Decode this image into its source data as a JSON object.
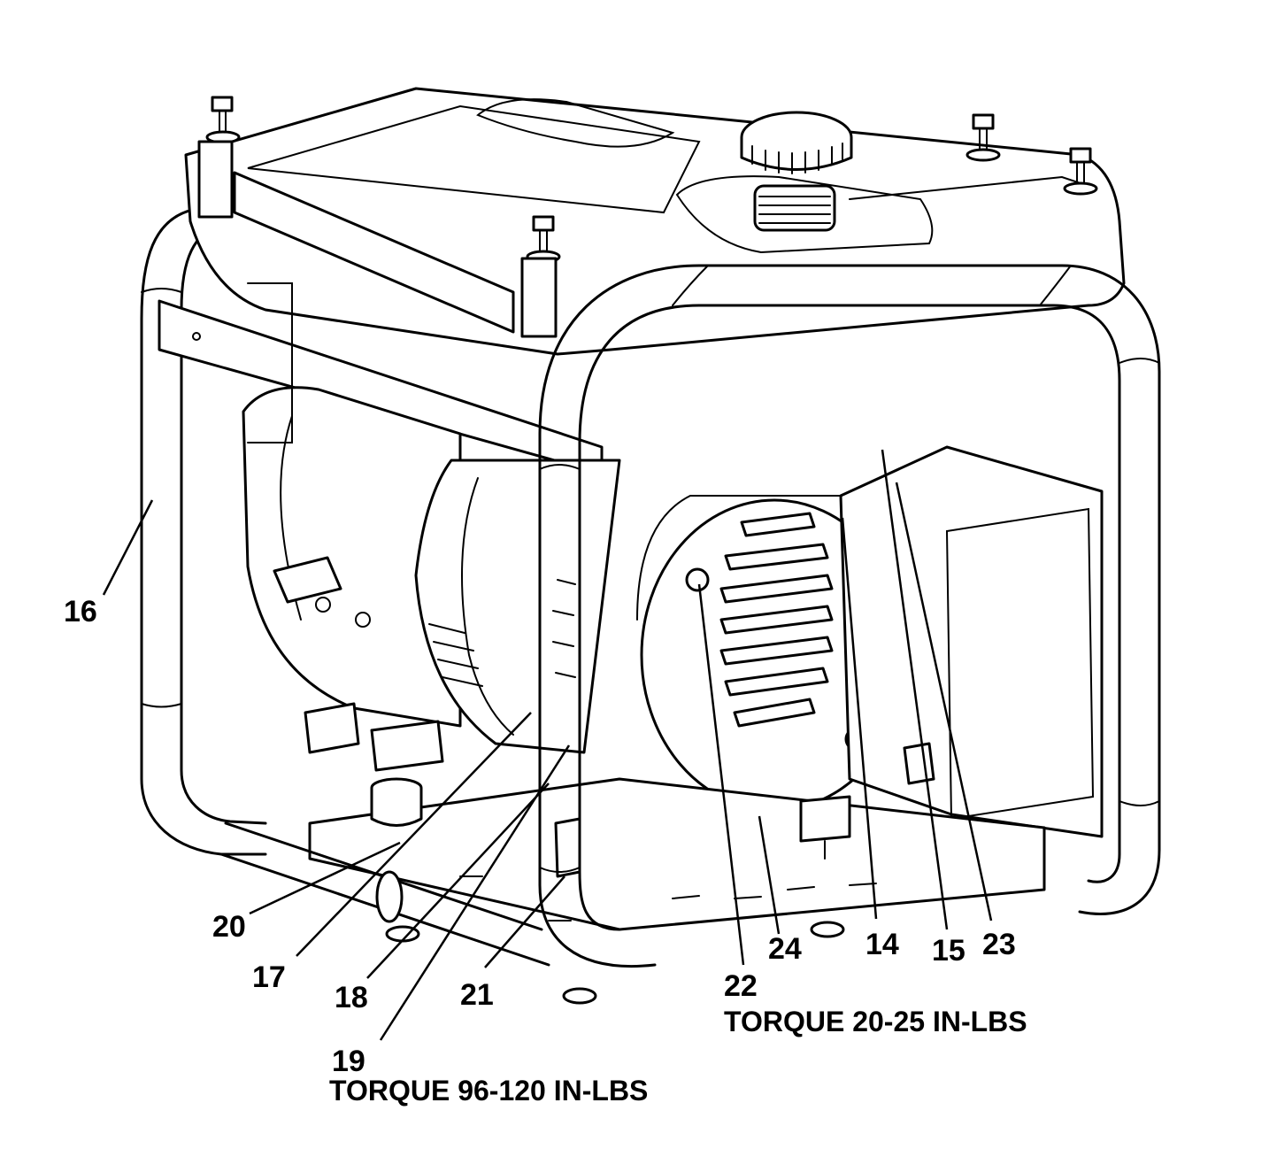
{
  "callouts": {
    "c14": "14",
    "c15": "15",
    "c16": "16",
    "c17": "17",
    "c18": "18",
    "c19": "19",
    "c20": "20",
    "c21": "21",
    "c22": "22",
    "c23": "23",
    "c24": "24"
  },
  "notes": {
    "torque_22": "TORQUE 20-25 IN-LBS",
    "torque_19": "TORQUE 96-120 IN-LBS"
  }
}
